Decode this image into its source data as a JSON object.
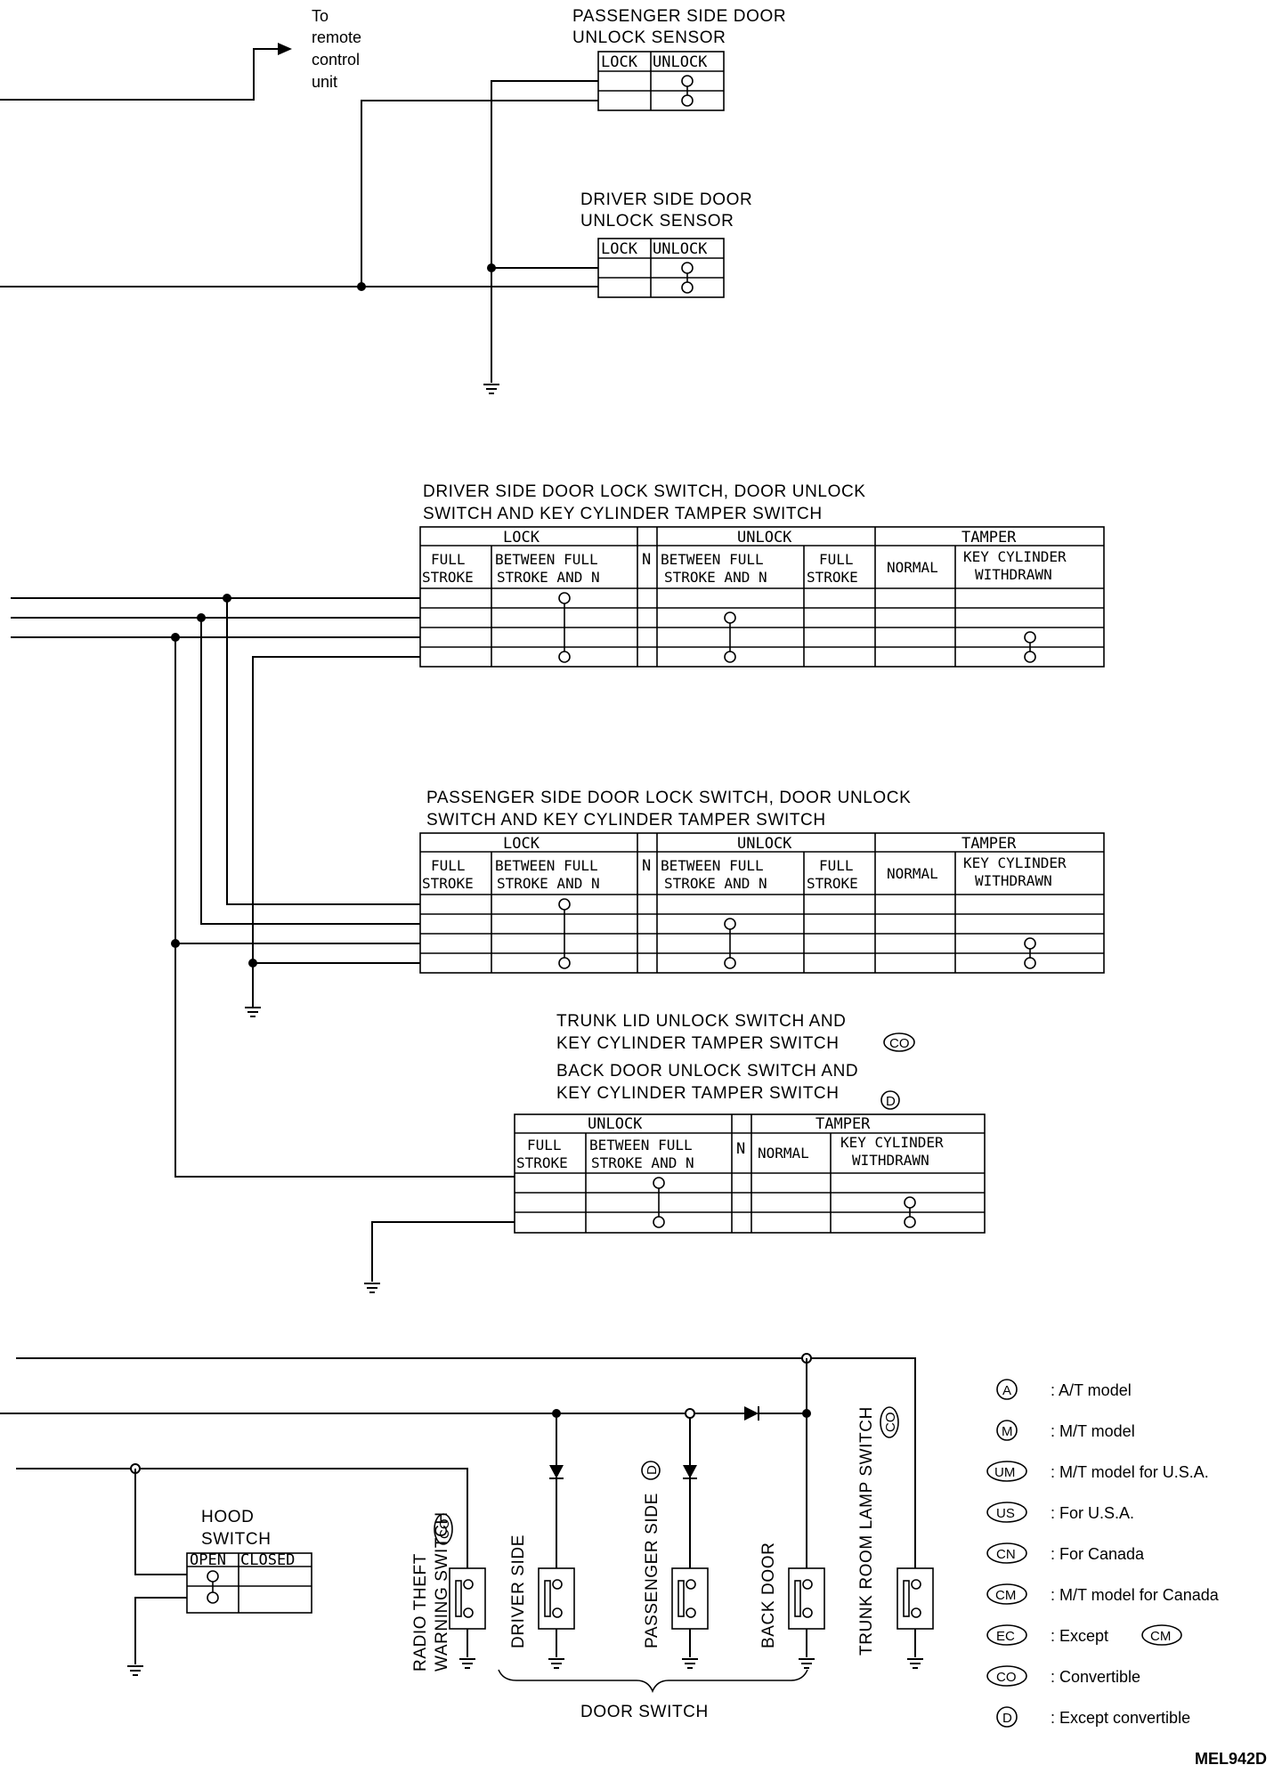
{
  "remote": {
    "line1": "To",
    "line2": "remote",
    "line3": "control",
    "line4": "unit"
  },
  "pass_unlock_sensor": {
    "title1": "PASSENGER SIDE DOOR",
    "title2": "UNLOCK SENSOR",
    "col_lock": "LOCK",
    "col_unlock": "UNLOCK"
  },
  "drv_unlock_sensor": {
    "title1": "DRIVER SIDE DOOR",
    "title2": "UNLOCK SENSOR",
    "col_lock": "LOCK",
    "col_unlock": "UNLOCK"
  },
  "drv_lock_switch": {
    "title1": "DRIVER SIDE DOOR LOCK SWITCH, DOOR UNLOCK",
    "title2": "SWITCH AND KEY CYLINDER TAMPER SWITCH",
    "lock": "LOCK",
    "n": "N",
    "unlock": "UNLOCK",
    "tamper": "TAMPER",
    "full1": "FULL",
    "full2": "STROKE",
    "between1": "BETWEEN FULL",
    "between2": "STROKE AND N",
    "normal": "NORMAL",
    "keycyl1": "KEY CYLINDER",
    "keycyl2": "WITHDRAWN"
  },
  "pass_lock_switch": {
    "title1": "PASSENGER SIDE DOOR LOCK SWITCH, DOOR UNLOCK",
    "title2": "SWITCH AND KEY CYLINDER TAMPER SWITCH",
    "lock": "LOCK",
    "n": "N",
    "unlock": "UNLOCK",
    "tamper": "TAMPER",
    "full1": "FULL",
    "full2": "STROKE",
    "between1": "BETWEEN FULL",
    "between2": "STROKE AND N",
    "normal": "NORMAL",
    "keycyl1": "KEY CYLINDER",
    "keycyl2": "WITHDRAWN"
  },
  "trunk_switch": {
    "title1": "TRUNK LID UNLOCK SWITCH AND",
    "title2": "KEY CYLINDER TAMPER SWITCH",
    "title3": "BACK DOOR UNLOCK SWITCH AND",
    "title4": "KEY CYLINDER TAMPER SWITCH",
    "badge_co": "CO",
    "badge_d": "D",
    "unlock": "UNLOCK",
    "n": "N",
    "tamper": "TAMPER",
    "full1": "FULL",
    "full2": "STROKE",
    "between1": "BETWEEN FULL",
    "between2": "STROKE AND N",
    "normal": "NORMAL",
    "keycyl1": "KEY CYLINDER",
    "keycyl2": "WITHDRAWN"
  },
  "hood": {
    "title1": "HOOD",
    "title2": "SWITCH",
    "open": "OPEN",
    "closed": "CLOSED"
  },
  "switches": {
    "radio1": "RADIO THEFT",
    "radio2": "WARNING SWITCH",
    "radio_badge": "CO",
    "driver_side": "DRIVER SIDE",
    "passenger_side": "PASSENGER SIDE",
    "passenger_badge": "D",
    "back_door": "BACK DOOR",
    "trunk_room": "TRUNK ROOM LAMP SWITCH",
    "trunk_badge": "CO",
    "door_switch": "DOOR SWITCH"
  },
  "legend": [
    {
      "code": "A",
      "text": ": A/T model"
    },
    {
      "code": "M",
      "text": ": M/T model"
    },
    {
      "code": "UM",
      "text": ": M/T model for U.S.A."
    },
    {
      "code": "US",
      "text": ": For U.S.A."
    },
    {
      "code": "CN",
      "text": ": For Canada"
    },
    {
      "code": "CM",
      "text": ": M/T model for Canada"
    },
    {
      "code": "EC",
      "text": ": Except",
      "extra": "CM"
    },
    {
      "code": "CO",
      "text": ": Convertible"
    },
    {
      "code": "D",
      "text": ": Except convertible"
    }
  ],
  "ref": "MEL942D"
}
